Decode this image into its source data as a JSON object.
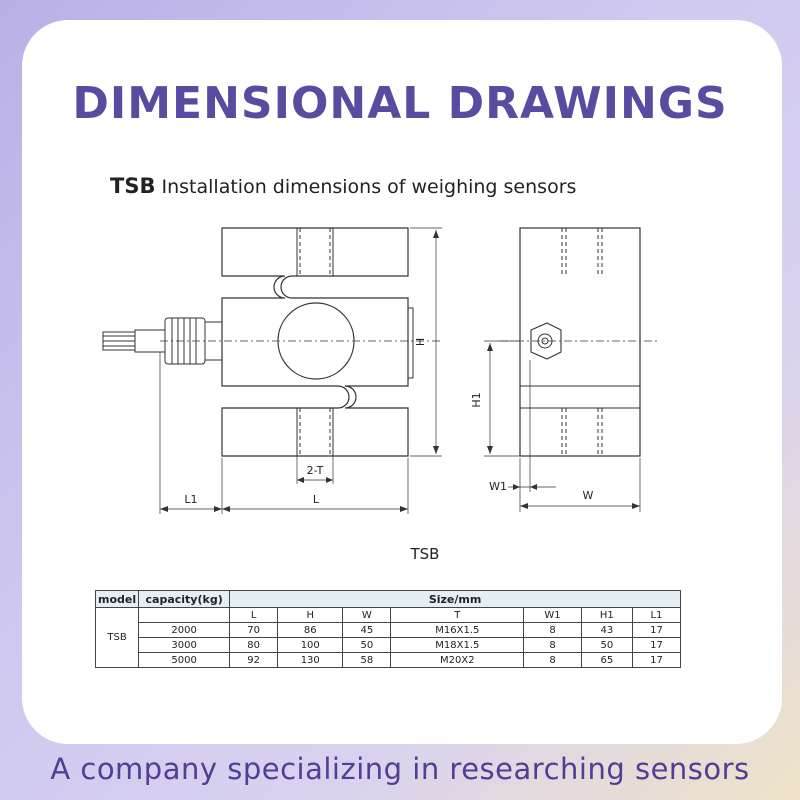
{
  "headline": "DIMENSIONAL DRAWINGS",
  "subtitle": {
    "model": "TSB",
    "text": "Installation dimensions of weighing sensors"
  },
  "drawing_labels": {
    "h": "H",
    "h1": "H1",
    "two_t": "2-T",
    "l1": "L1",
    "l": "L",
    "w1": "W1",
    "w": "W"
  },
  "model_caption": "TSB",
  "table": {
    "header_model": "model",
    "header_capacity": "capacity(kg)",
    "header_size": "Size/mm",
    "columns": [
      "L",
      "H",
      "W",
      "T",
      "W1",
      "H1",
      "L1"
    ],
    "model_name": "TSB",
    "rows": [
      {
        "capacity": "2000",
        "cells": [
          "70",
          "86",
          "45",
          "M16X1.5",
          "8",
          "43",
          "17"
        ]
      },
      {
        "capacity": "3000",
        "cells": [
          "80",
          "100",
          "50",
          "M18X1.5",
          "8",
          "50",
          "17"
        ]
      },
      {
        "capacity": "5000",
        "cells": [
          "92",
          "130",
          "58",
          "M20X2",
          "8",
          "65",
          "17"
        ]
      }
    ]
  },
  "footer": "A company specializing in researching sensors",
  "colors": {
    "headline": "#5a4ba0",
    "footer": "#4f3f95",
    "table_header_bg": "#e4eef3"
  }
}
